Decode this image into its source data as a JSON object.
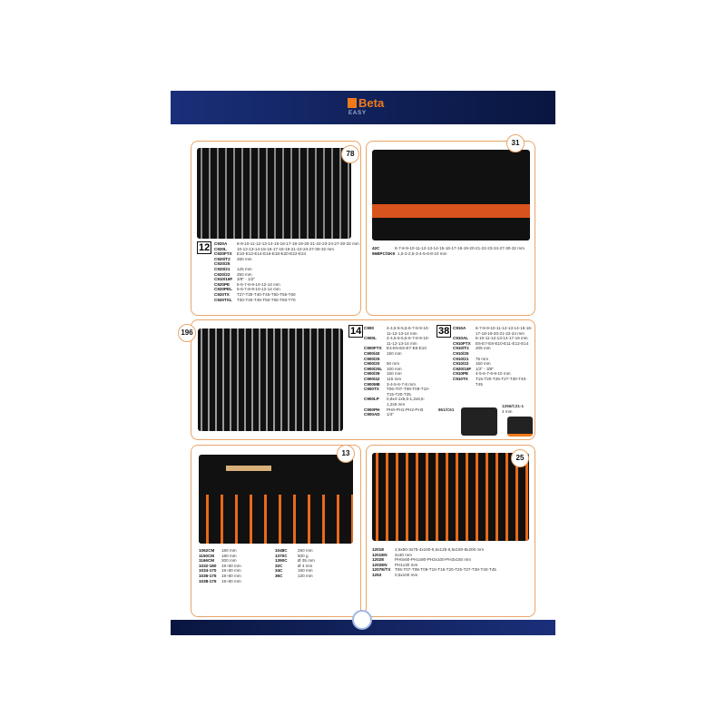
{
  "header": {
    "brand": "Beta",
    "sub": "EASY"
  },
  "panels": [
    {
      "badge": "78",
      "drive": "12",
      "specs": [
        [
          "C920A",
          "8-9-10-11-12-13-14-15-16-17-18-19-20-21-22-23-24-27-30-32 mm"
        ],
        [
          "C920L",
          "10-12-13-14-15-16-17-18-19-21-22-24-27-30-32 mm"
        ],
        [
          "C920FTX",
          "E10-E12-E14-E16-E18-E20-E22-E24"
        ],
        [
          "C920/T2",
          "260 mm"
        ],
        [
          "C920/25",
          ""
        ],
        [
          "C920/21",
          "125 mm"
        ],
        [
          "C920/22",
          "250 mm"
        ],
        [
          "C910/16F",
          "3/8\" - 1/2\""
        ],
        [
          "C920PE",
          "5-6-7-8-9-10-12-14 mm"
        ],
        [
          "C920PEL",
          "5-6-7-8-9-10-12-14 mm"
        ],
        [
          "C920TX",
          "T27-T30-T40-T45-T50-T55-T60"
        ],
        [
          "C920TXL",
          "T30-T40-T45-T50-T55-T60-T70"
        ]
      ]
    },
    {
      "badge": "31",
      "specs": [
        [
          "42C",
          "6-7-8-9-10-11-12-13-14-15-16-17-18-19-20-21-22-23-24-27-30-32 mm"
        ],
        [
          "96BPC/SK9",
          "1,5-2-2,5-3-4-5-6-8-10 mm"
        ]
      ]
    },
    {
      "badge": "196",
      "drive_a": "14",
      "specs_a": [
        [
          "C900",
          "4-4,5-5-5,5-6-7-8-9-10-11-12-13-14 mm"
        ],
        [
          "C900L",
          "4-4,5-5-5,5-6-7-8-9-10-11-12-13-14 mm"
        ],
        [
          "C900FTX",
          "E4-E5-E6-E7-E8-E10"
        ],
        [
          "C900/40",
          "150 mm"
        ],
        [
          "C900/25",
          ""
        ],
        [
          "C900/20",
          "50 mm"
        ],
        [
          "C900/20L",
          "100 mm"
        ],
        [
          "C900/39",
          "150 mm"
        ],
        [
          "C900/42",
          "115 mm"
        ],
        [
          "C900ME",
          "3-4-5-6-7-8 mm"
        ],
        [
          "C900TX",
          "T06-T07-T08-T09-T10-T15-T20-T25"
        ],
        [
          "C900LP",
          "0,8x4-1x5,5-1,2x6,5-1,2x8 mm"
        ],
        [
          "C900PH",
          "PH0-PH1-PH2-PH3"
        ],
        [
          "C900AD",
          "1/4\""
        ]
      ],
      "drive_b": "38",
      "specs_b": [
        [
          "C910A",
          "6-7-8-9-10-11-12-13-14-15-16-17-18-19-20-21-22-24 mm"
        ],
        [
          "C910AL",
          "8-10-11-12-13-14-17-19 mm"
        ],
        [
          "C910FTX",
          "E6-E7-E8-E10-E11-E12-E14"
        ],
        [
          "C910/T2",
          "205 mm"
        ],
        [
          "C910/25",
          ""
        ],
        [
          "C910/21",
          "75 mm"
        ],
        [
          "C910/22",
          "150 mm"
        ],
        [
          "C920/15F",
          "1/2\" - 3/8\""
        ],
        [
          "C910PE",
          "4-5-6-7-8-9-10 mm"
        ],
        [
          "C910TX",
          "T15-T20-T25-T27-T30-T40-T45"
        ]
      ],
      "kit1": "861/C61",
      "kit2": "1256/C21-1",
      "kit2_spec": "4 mm"
    },
    {
      "badge": "13",
      "specs": [
        [
          "1062CM",
          "180 mm"
        ],
        [
          "1150CM",
          "180 mm"
        ],
        [
          "1166CM",
          "200 mm"
        ],
        [
          "1032-180",
          "19÷60 mm"
        ],
        [
          "1034-170",
          "19÷60 mm"
        ],
        [
          "1036-175",
          "19÷60 mm"
        ],
        [
          "1038-175",
          "19÷60 mm"
        ]
      ],
      "specs2": [
        [
          "1048C",
          "250 mm"
        ],
        [
          "1370C",
          "500 g"
        ],
        [
          "1390C",
          "Ø 35 mm"
        ],
        [
          "32C",
          "Ø 4 mm"
        ],
        [
          "34C",
          "150 mm"
        ],
        [
          "36C",
          "130 mm"
        ]
      ]
    },
    {
      "badge": "25",
      "specs": [
        [
          "1201E",
          "2,5x50-3x75-4x100-5,5x125-6,5x150-8x200 mm"
        ],
        [
          "1201EN",
          "4x30 mm"
        ],
        [
          "1202E",
          "PH0x60-PH1x80-PH2x100-PH3x150 mm"
        ],
        [
          "1202EN",
          "PH1x30 mm"
        ],
        [
          "1207E/TX",
          "T06-T07-T08-T09-T10-T15-T20-T25-T27-T30-T40-T45"
        ],
        [
          "1253",
          "0,5x100 mm"
        ]
      ]
    }
  ],
  "colors": {
    "accent": "#f07a1a",
    "navy": "#0f1f55",
    "panel_border": "#e8a56a"
  }
}
